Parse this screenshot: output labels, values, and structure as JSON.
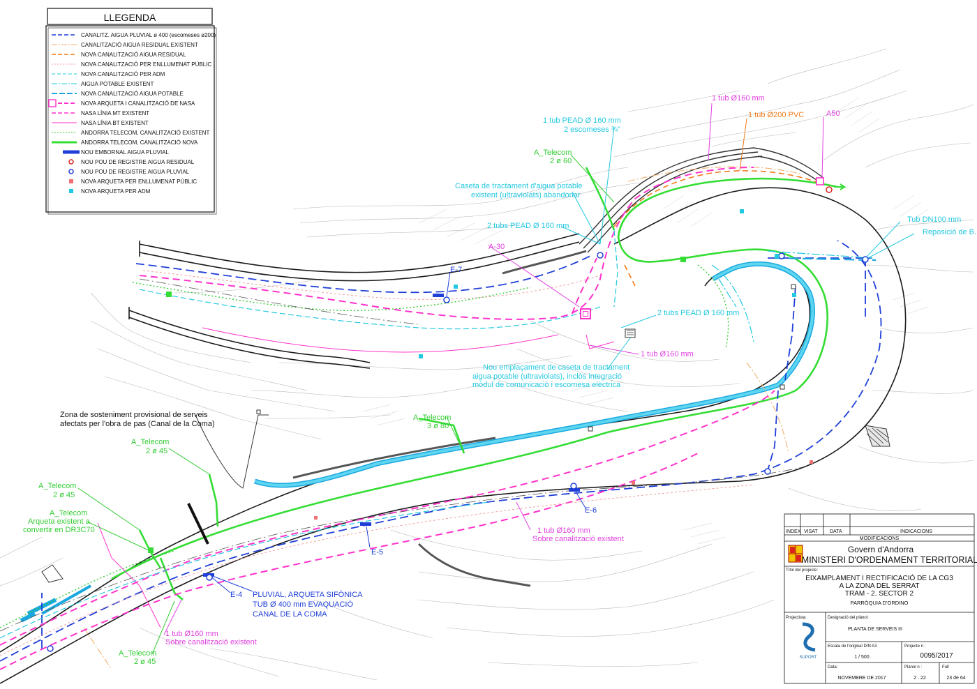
{
  "legend": {
    "title": "LLEGENDA",
    "items": [
      {
        "label": "CANALITZ. AIGUA PLUVIAL ø 400 (escomeses ø200)",
        "color": "#1f3fd8",
        "style": "dash"
      },
      {
        "label": "CANALITZACIÓ AIGUA RESIDUAL EXISTENT",
        "color": "#f0b070",
        "style": "dashdot"
      },
      {
        "label": "NOVA CANALITZACIÓ AIGUA RESIDUAL",
        "color": "#f07a1a",
        "style": "dash"
      },
      {
        "label": "NOVA CANALITZACIÓ PER ENLLUMENAT PÚBLIC",
        "color": "#f0a0a0",
        "style": "dot"
      },
      {
        "label": "NOVA CANALITZACIÓ PER ADM",
        "color": "#22c8e0",
        "style": "dash-thin"
      },
      {
        "label": "AIGUA POTABLE EXISTENT",
        "color": "#22c8e0",
        "style": "dashdot"
      },
      {
        "label": "NOVA CANALITZACIÓ AIGUA POTABLE",
        "color": "#1aa8e0",
        "style": "dash-thick"
      },
      {
        "label": "NOVA ARQUETA I CANALITZACIÓ DE NASA",
        "color": "#ff33cc",
        "style": "box-dash"
      },
      {
        "label": "NASA LÍNIA MT EXISTENT",
        "color": "#ff33cc",
        "style": "dash"
      },
      {
        "label": "NASA LÍNIA BT EXISTENT",
        "color": "#ff33cc",
        "style": "solid-thin"
      },
      {
        "label": "ANDORRA TELECOM, CANALITZACIÓ EXISTENT",
        "color": "#33cc33",
        "style": "dot"
      },
      {
        "label": "ANDORRA TELECOM, CANALITZACIÓ NOVA",
        "color": "#33dd33",
        "style": "solid-thick"
      },
      {
        "label": "NOU EMBORNAL AIGUA PLUVIAL",
        "color": "#1f3fd8",
        "style": "bar"
      },
      {
        "label": "NOU POU DE REGISTRE AIGUA RESIDUAL",
        "color": "#e02020",
        "style": "circle"
      },
      {
        "label": "NOU POU DE REGISTRE AIGUA PLUVIAL",
        "color": "#1f3fd8",
        "style": "circle"
      },
      {
        "label": "NOVA ARQUETA PER ENLLUMENAT PÚBLIC",
        "color": "#f07070",
        "style": "square"
      },
      {
        "label": "NOVA ARQUETA PER ADM",
        "color": "#22c8e0",
        "style": "square"
      }
    ]
  },
  "annotations": {
    "tub160_top": "1 tub Ø160 mm",
    "tub200": "1 tub Ø200 PVC",
    "a50": "A50",
    "pead_line1": "1 tub PEAD Ø 160 mm",
    "pead_line2": "2 escomeses ¾\"",
    "telecom_top_1": "A_Telecom",
    "telecom_top_2": "2 ø 60",
    "caseta_1": "Caseta de tractament d'aigua potable",
    "caseta_2": "existent (ultraviolats) abandonar",
    "tubs2_top": "2 tubs PEAD Ø 160 mm",
    "tub_dn100": "Tub DN100 mm",
    "reposicio": "Reposició de B.I",
    "a30": "A-30",
    "e7": "E-7",
    "tubs2_mid": "2 tubs PEAD Ø 160 mm",
    "tub160_mid": "1 tub Ø160 mm",
    "nou_1": "Nou emplaçament de caseta de tractament",
    "nou_2": "aigua potable (ultraviolats), inclòs integració",
    "nou_3": "mòdul de comunicació i escomesa elèctrica",
    "zona_1": "Zona de sosteniment provisional de serveis",
    "zona_2": "afectats per l'obra de pas (Canal de la Coma)",
    "telecom80_1": "A_Telecom",
    "telecom80_2": "3 ø 80",
    "telecom45a_1": "A_Telecom",
    "telecom45a_2": "2 ø 45",
    "telecom45b_1": "A_Telecom",
    "telecom45b_2": "2 ø 45",
    "telecom_arq_1": "A_Telecom",
    "telecom_arq_2": "Arqueta existent a",
    "telecom_arq_3": "convertir en DR3C70",
    "e6": "E-6",
    "e5": "E-5",
    "e4": "E-4",
    "sobre_mid_1": "1 tub Ø160 mm",
    "sobre_mid_2": "Sobre canalització existent",
    "pluvial_1": "PLUVIAL, ARQUETA SIFÒNICA",
    "pluvial_2": "TUB Ø 400 mm EVAQUACIÓ",
    "pluvial_3": "CANAL DE LA COMA",
    "sobre_bot_1": "1 tub Ø160 mm",
    "sobre_bot_2": "Sobre canalització existent",
    "telecom45c_1": "A_Telecom",
    "telecom45c_2": "2 ø 45"
  },
  "title_block": {
    "rev_headers": [
      "INDEX",
      "VISAT",
      "DATA",
      "INDICACIONS"
    ],
    "modificacions": "MODIFICACIONS",
    "govern": "Govern d'Andorra",
    "ministeri": "MINISTERI D'ORDENAMENT TERRITORIAL",
    "titol_label": "Títol del projecte:",
    "titol_1": "EIXAMPLAMENT I RECTIFICACIÓ DE LA CG3",
    "titol_2": "A LA ZONA DEL SERRAT",
    "titol_3": "TRAM - 2. SECTOR 2",
    "parroquia": "PARRÒQUIA D'ORDINO",
    "projectista_label": "Projectista:",
    "designacio_label": "Designació del plànol:",
    "designacio": "PLANTA DE SERVEIS III",
    "escala_label": "Escala de l'original DIN A3",
    "escala": "1 / 500",
    "projecte_label": "Projecte n :",
    "projecte": "0095/2017",
    "data_label": "Data:",
    "data": "NOVEMBRE DE 2017",
    "planol_label": "Plànol n :",
    "planol": "2 . 22",
    "full_label": "Full",
    "full": "23 de 64",
    "logo_text": "SUPORT"
  }
}
